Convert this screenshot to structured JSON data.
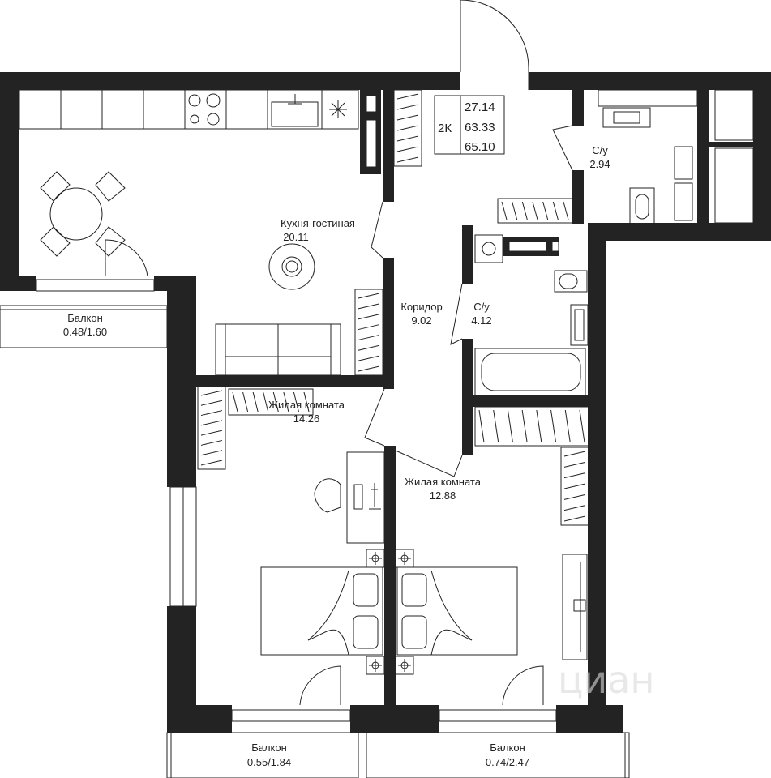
{
  "apartment": {
    "type_label": "2К",
    "areas": [
      "27.14",
      "63.33",
      "65.10"
    ]
  },
  "rooms": [
    {
      "id": "kitchen-living",
      "name": "Кухня-гостиная",
      "area": "20.11"
    },
    {
      "id": "bathroom-1",
      "name": "С/у",
      "area": "2.94"
    },
    {
      "id": "corridor",
      "name": "Коридор",
      "area": "9.02"
    },
    {
      "id": "bathroom-2",
      "name": "С/у",
      "area": "4.12"
    },
    {
      "id": "bedroom-1",
      "name": "Жилая комната",
      "area": "14.26"
    },
    {
      "id": "bedroom-2",
      "name": "Жилая комната",
      "area": "12.88"
    },
    {
      "id": "balcony-1",
      "name": "Балкон",
      "area": "0.48/1.60"
    },
    {
      "id": "balcony-2",
      "name": "Балкон",
      "area": "0.55/1.84"
    },
    {
      "id": "balcony-3",
      "name": "Балкон",
      "area": "0.74/2.47"
    }
  ],
  "watermark": {
    "logo_text": "циан"
  },
  "colors": {
    "wall": "#232323",
    "background": "#ffffff"
  }
}
